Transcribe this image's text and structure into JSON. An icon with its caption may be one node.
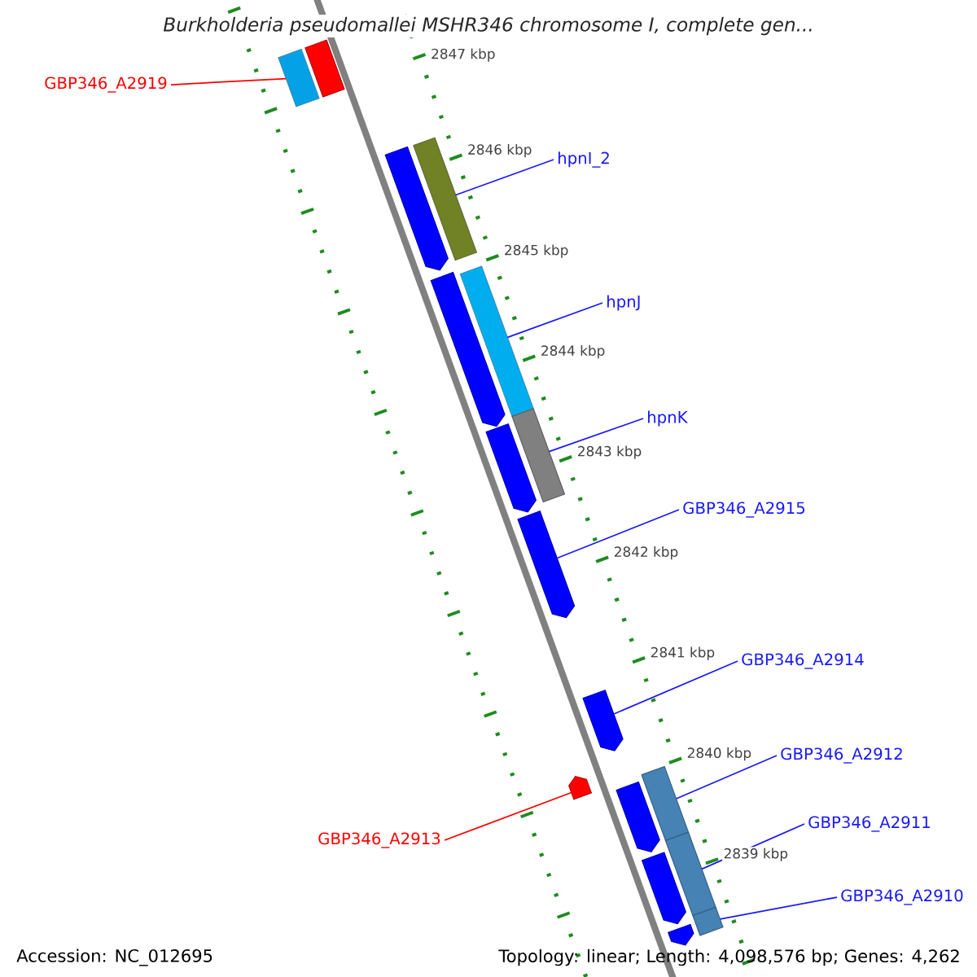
{
  "diagram": {
    "title": "Burkholderia pseudomallei MSHR346 chromosome I, complete gen...",
    "nodes": [
      {
        "text": [
          "GBP346_A2919"
        ]
      },
      {
        "text": [],
        "shape": "bar"
      },
      {
        "text": [],
        "shape": "bar"
      },
      {
        "text": [
          "hpnI_2"
        ]
      },
      {
        "text": [],
        "shape": "arrow"
      },
      {
        "text": [],
        "shape": "bar"
      },
      {
        "text": [
          "hpnJ"
        ]
      },
      {
        "text": [],
        "shape": "arrow"
      },
      {
        "text": [],
        "shape": "bar"
      },
      {
        "text": [
          "hpnK"
        ]
      },
      {
        "text": [],
        "shape": "arrow"
      },
      {
        "text": [],
        "shape": "bar"
      },
      {
        "text": [
          "GBP346_A2915"
        ]
      },
      {
        "text": [],
        "shape": "arrow"
      },
      {
        "text": [
          "GBP346_A2914"
        ]
      },
      {
        "text": [],
        "shape": "arrow"
      },
      {
        "text": [
          "GBP346_A2912"
        ]
      },
      {
        "text": [],
        "shape": "arrow"
      },
      {
        "text": [
          "GBP346_A2913"
        ]
      },
      {
        "text": [],
        "shape": "arrow"
      },
      {
        "text": [],
        "shape": "bar"
      },
      {
        "text": [
          "GBP346_A2911"
        ]
      },
      {
        "text": [],
        "shape": "arrow"
      },
      {
        "text": [],
        "shape": "bar"
      },
      {
        "text": [
          "GBP346_A2910"
        ]
      },
      {
        "text": [],
        "shape": "arrow"
      },
      {
        "text": [],
        "shape": "bar"
      }
    ],
    "edges": [
      {
        "from": 0,
        "to": 1,
        "arrow": "none",
        "color": "#ff0000"
      },
      {
        "from": 3,
        "to": 5,
        "arrow": "none"
      },
      {
        "from": 6,
        "to": 8,
        "arrow": "none"
      },
      {
        "from": 9,
        "to": 11,
        "arrow": "none"
      },
      {
        "from": 12,
        "to": 13,
        "arrow": "none"
      },
      {
        "from": 14,
        "to": 15,
        "arrow": "none"
      },
      {
        "from": 16,
        "to": 20,
        "arrow": "none"
      },
      {
        "from": 18,
        "to": 17,
        "arrow": "none",
        "color": "#ff0000"
      },
      {
        "from": 21,
        "to": 23,
        "arrow": "none"
      },
      {
        "from": 24,
        "to": 26,
        "arrow": "none"
      }
    ],
    "labels": [
      "2847 kbp",
      "2846 kbp",
      "2845 kbp",
      "2844 kbp",
      "2843 kbp",
      "2842 kbp",
      "2841 kbp",
      "2840 kbp",
      "2839 kbp",
      "Accession: NC_012695",
      "Topology: linear; Length: 4,098,576 bp; Genes: 4,262"
    ]
  }
}
